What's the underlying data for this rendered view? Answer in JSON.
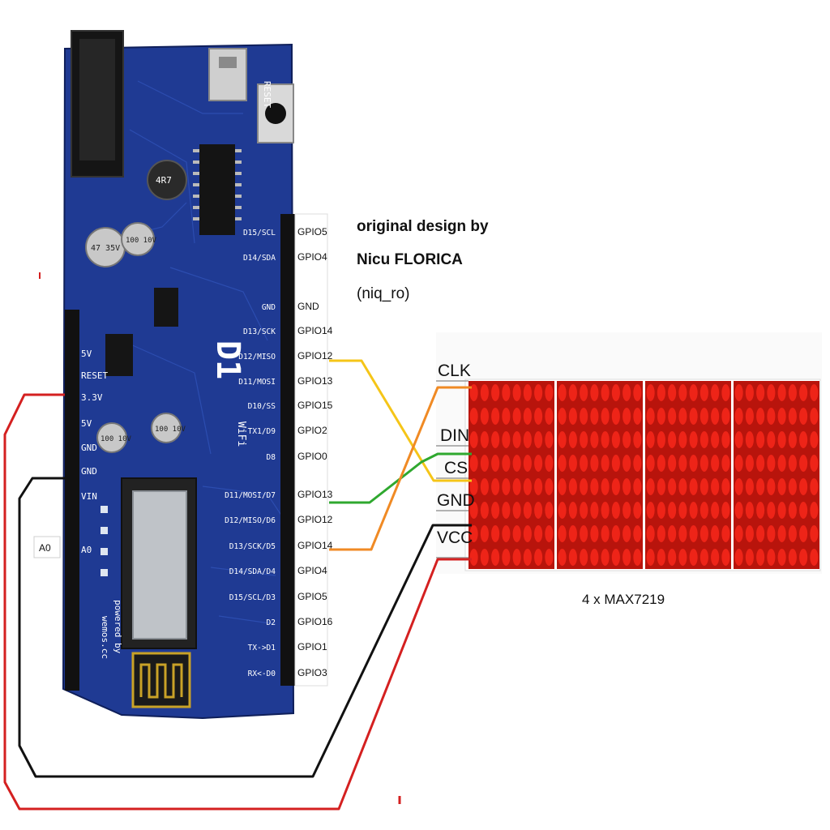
{
  "attribution": {
    "line1": "original design by",
    "line2": "Nicu FLORICA",
    "line3": "(niq_ro)"
  },
  "board": {
    "name": "D1",
    "wifi_mark": "WiFi",
    "powered_by": "powered by",
    "vendor": "wemos.cc",
    "reset_text": "RESET",
    "left_header": [
      "5V",
      "RESET",
      "3.3V",
      "5V",
      "GND",
      "GND",
      "VIN"
    ],
    "analog_label": "A0",
    "right_silk": [
      "D15/SCL",
      "D14/SDA",
      "GND",
      "D13/SCK",
      "D12/MISO",
      "D11/MOSI",
      "D10/SS",
      "TX1/D9",
      "D8",
      "D11/MOSI/D7",
      "D12/MISO/D6",
      "D13/SCK/D5",
      "D14/SDA/D4",
      "D15/SCL/D3",
      "D2",
      "TX->D1",
      "RX<-D0"
    ],
    "gpio_tags": [
      "GPIO5",
      "GPIO4",
      "GND",
      "GPIO14",
      "GPIO12",
      "GPIO13",
      "GPIO15",
      "GPIO2",
      "GPIO0",
      "GPIO13",
      "GPIO12",
      "GPIO14",
      "GPIO4",
      "GPIO5",
      "GPIO16",
      "GPIO1",
      "GPIO3"
    ],
    "cap_labels": [
      "47 35V",
      "100 10V",
      "100 10V",
      "100 10V"
    ],
    "inductor_label": "4R7"
  },
  "external_label": "A0",
  "module": {
    "pins": [
      "CLK",
      "DIN",
      "CS",
      "GND",
      "VCC"
    ],
    "caption": "4 x  MAX7219",
    "matrix_count": 4,
    "rows": 8,
    "cols": 8
  },
  "wires": [
    {
      "from": "GPIO12",
      "to": "CS",
      "color": "#f5c518"
    },
    {
      "from": "GPIO13",
      "to": "DIN",
      "color": "#2fa82f"
    },
    {
      "from": "GPIO14",
      "to": "CLK",
      "color": "#f08a24"
    },
    {
      "from": "GND",
      "to": "GND",
      "color": "#111111"
    },
    {
      "from": "3.3V",
      "to": "VCC",
      "color": "#d42020"
    }
  ],
  "colors": {
    "pcb": "#1f3a93",
    "led": "#ee2418",
    "led_bg": "#b8140c"
  }
}
